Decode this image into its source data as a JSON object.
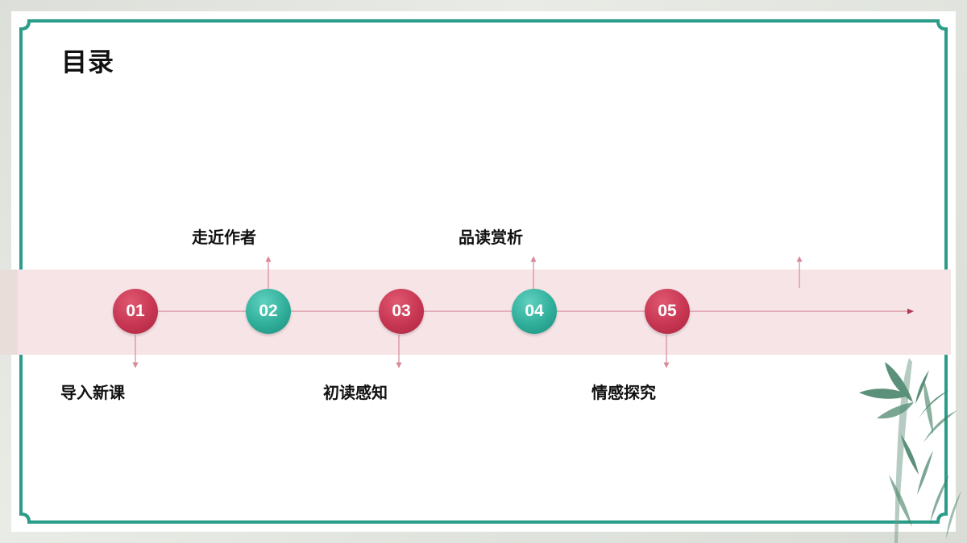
{
  "title": "目录",
  "items": [
    {
      "number": "01",
      "label": "导入新课",
      "color": "#c73652"
    },
    {
      "number": "02",
      "label": "走近作者",
      "color": "#2fae9a"
    },
    {
      "number": "03",
      "label": "初读感知",
      "color": "#c73652"
    },
    {
      "number": "04",
      "label": "品读赏析",
      "color": "#2fae9a"
    },
    {
      "number": "05",
      "label": "情感探究",
      "color": "#c73652"
    }
  ],
  "colors": {
    "frame": "#2a9c88",
    "band": "#f7e4e7",
    "line": "#d88a98",
    "arrow": "#b43a55"
  }
}
